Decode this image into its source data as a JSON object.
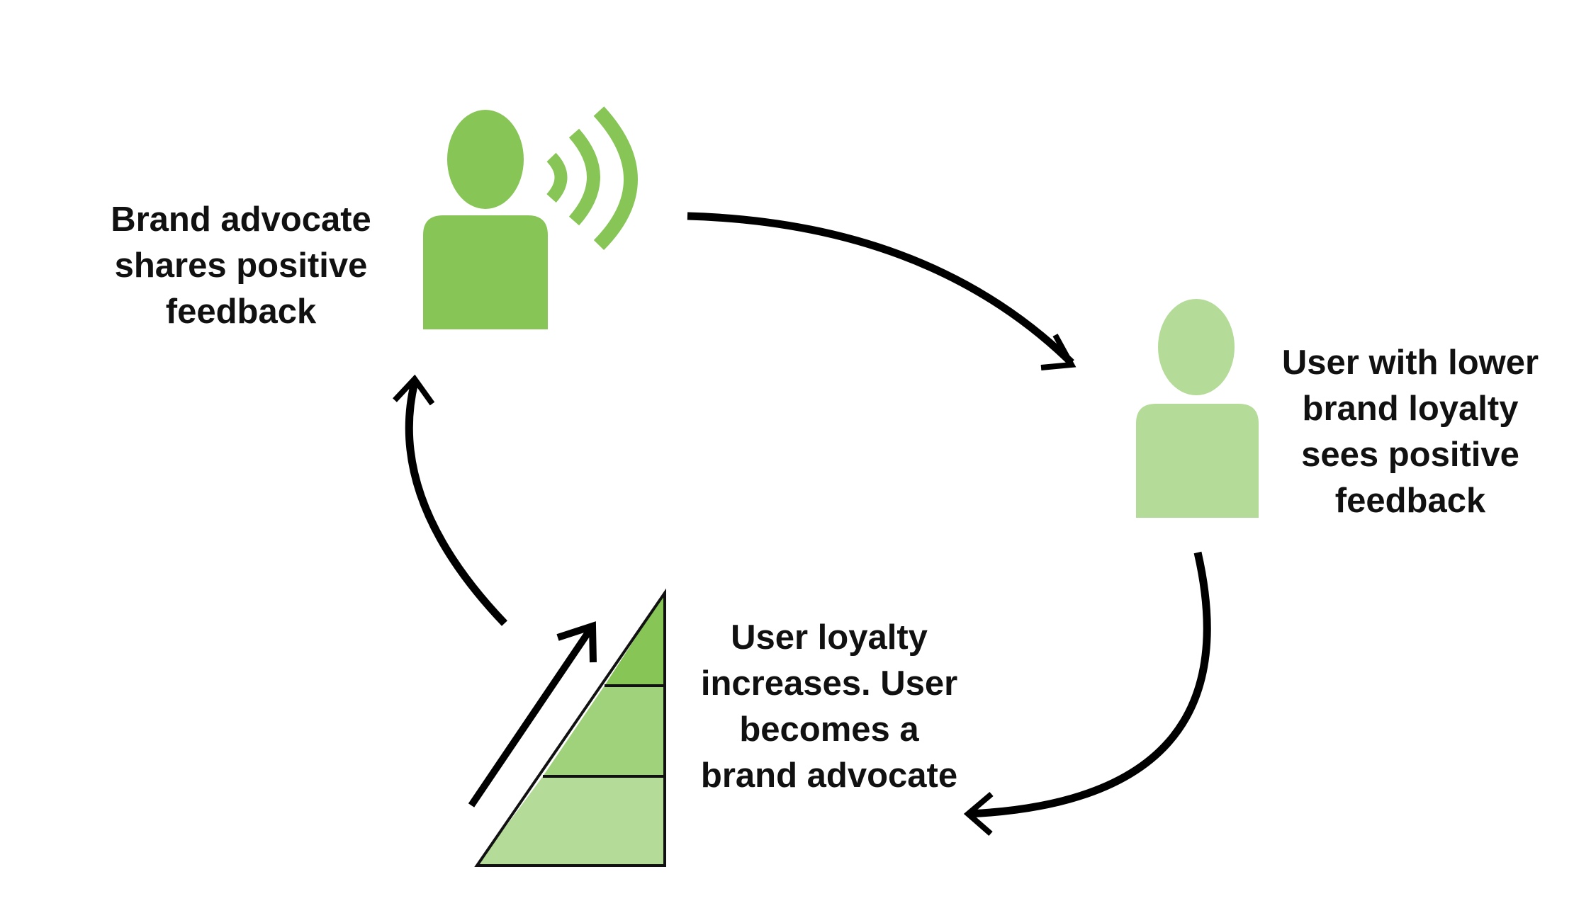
{
  "colors": {
    "advocate_green": "#86c556",
    "mid_green": "#9fd27a",
    "pale_green": "#b4db98",
    "arrow": "#000000",
    "text": "#111111"
  },
  "nodes": {
    "advocate": {
      "icon": "speaking-person-icon",
      "lines": [
        "Brand advocate",
        "shares positive",
        "feedback"
      ]
    },
    "lower_loyalty_user": {
      "icon": "person-icon",
      "lines": [
        "User with lower",
        "brand loyalty",
        "sees positive",
        "feedback"
      ]
    },
    "loyalty_increase": {
      "icon": "loyalty-staircase-icon",
      "lines": [
        "User loyalty",
        "increases. User",
        "becomes a",
        "brand advocate"
      ]
    }
  },
  "cycle_arrows": [
    "advocate-to-user",
    "user-to-loyalty",
    "loyalty-to-advocate"
  ],
  "staircase_levels": [
    "top",
    "middle",
    "bottom"
  ]
}
